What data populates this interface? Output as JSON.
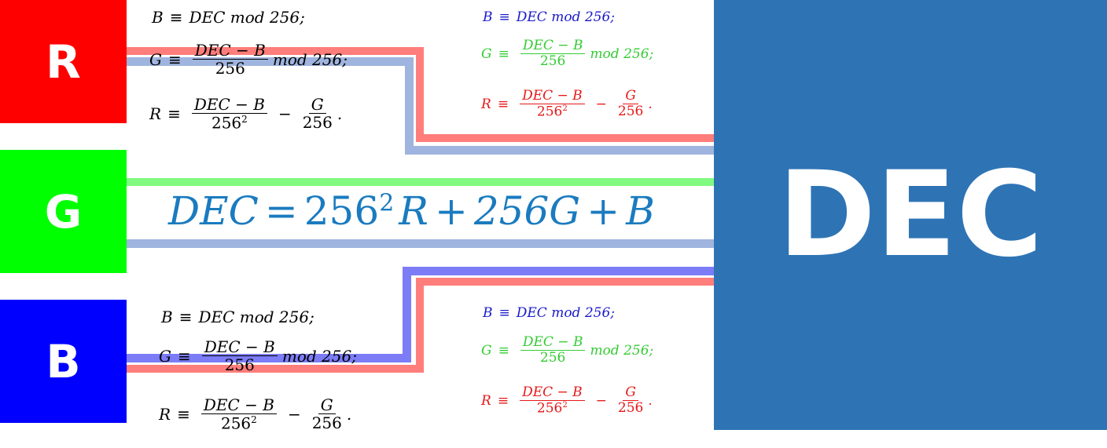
{
  "colors": {
    "red": "#ff0000",
    "green": "#00ff00",
    "blue": "#0000ff",
    "dec_blue": "#2e74b5",
    "text_red": "#e61919",
    "text_green": "#33cc33",
    "text_blue": "#1a1acc",
    "stripe_red": "#ff7d7a",
    "stripe_blue": "#9fb4de",
    "stripe_green": "#80fa80",
    "stripe_violet": "#7c7cf7"
  },
  "boxes": {
    "r": "R",
    "g": "G",
    "b": "B",
    "dec": "DEC"
  },
  "main_equation": {
    "lhs": "DEC",
    "eq": "=",
    "base": "256",
    "exp": "2",
    "r": "R",
    "plus": "+",
    "g_term": "256G",
    "b": "B"
  },
  "formulas": {
    "b_var": "B",
    "g_var": "G",
    "r_var": "R",
    "equiv": "≡",
    "dec_mod": "DEC mod 256;",
    "mod_tail": "mod 256;",
    "num": "DEC − B",
    "den": "256",
    "den_sq_base": "256",
    "den_sq_exp": "2",
    "minus": "−",
    "frac2_num": "G",
    "frac2_den": "256",
    "period": "."
  }
}
